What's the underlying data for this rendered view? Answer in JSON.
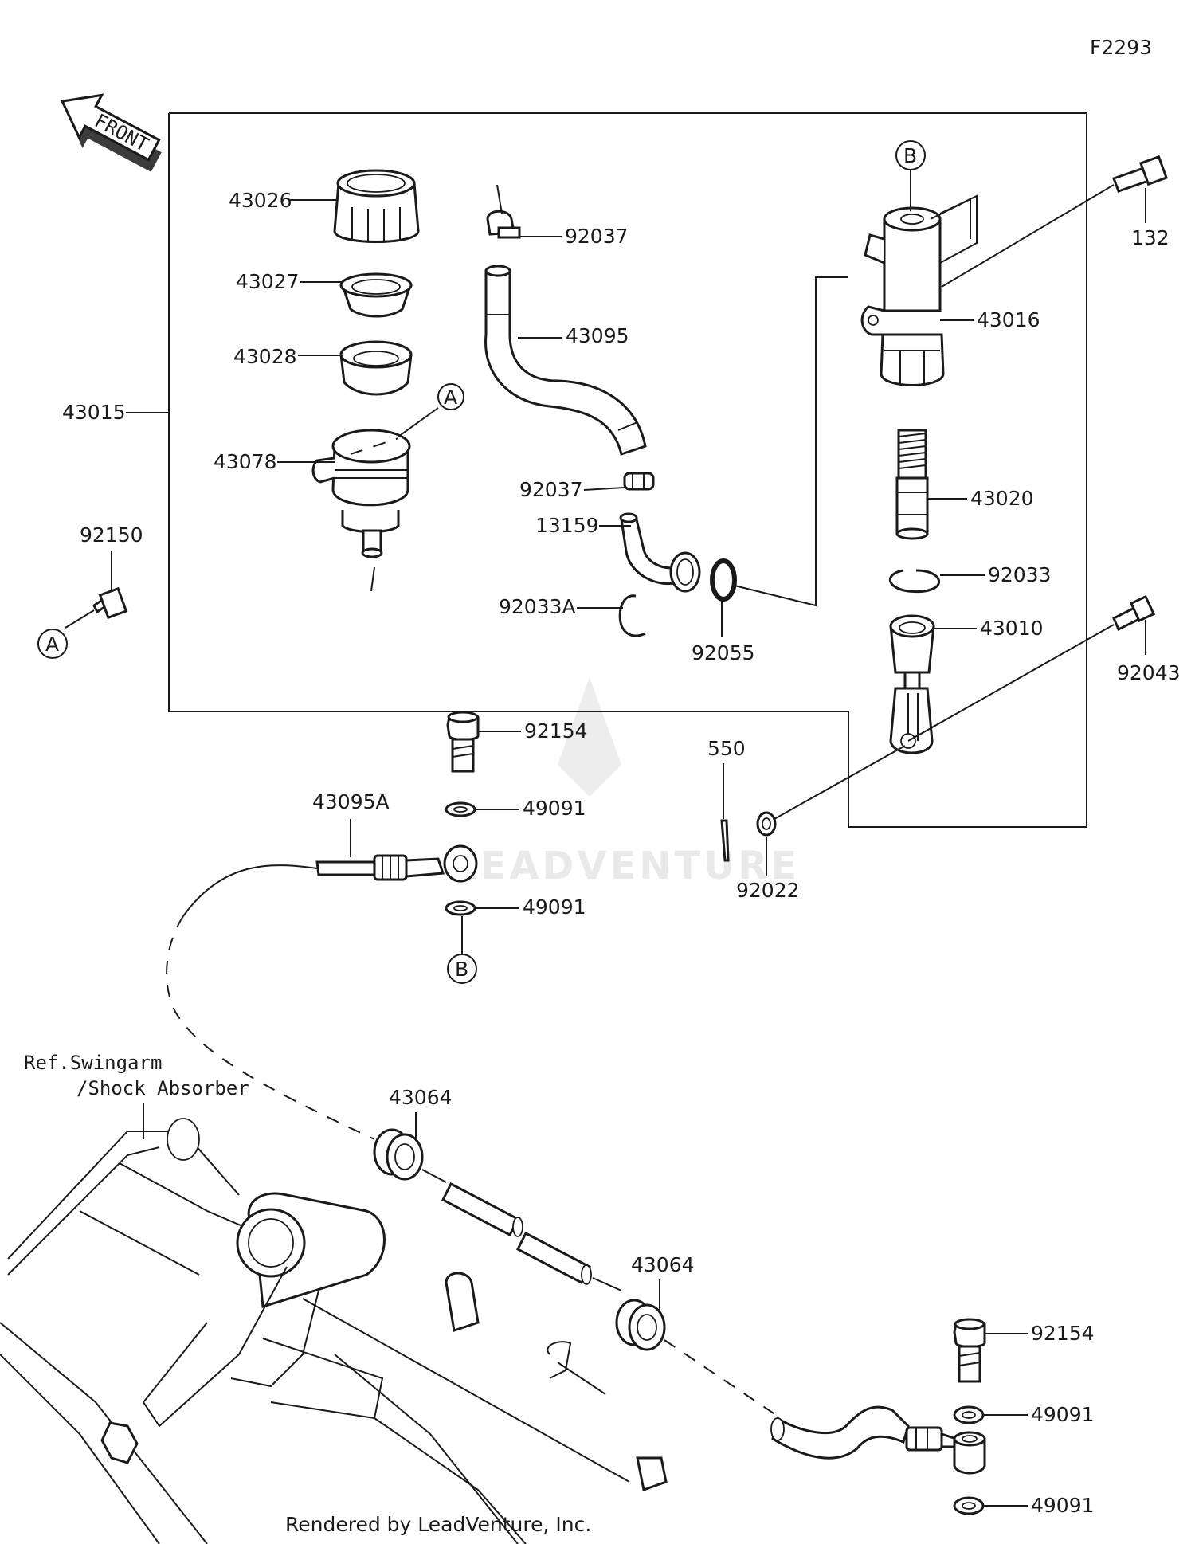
{
  "diagram_code": "F2293",
  "front_arrow_label": "FRONT",
  "watermark_text": "LEADVENTURE",
  "reference_note": {
    "line1": "Ref.Swingarm",
    "line2": "/Shock Absorber"
  },
  "footer": "Rendered by LeadVenture, Inc.",
  "bubbles": {
    "a": "A",
    "b": "B"
  },
  "parts": {
    "p43015": "43015",
    "p43026": "43026",
    "p43027": "43027",
    "p43028": "43028",
    "p43078": "43078",
    "p92037_top": "92037",
    "p43095": "43095",
    "p92037_mid": "92037",
    "p13159": "13159",
    "p92033A": "92033A",
    "p92055": "92055",
    "p43016": "43016",
    "p132": "132",
    "p43020": "43020",
    "p92033": "92033",
    "p43010": "43010",
    "p92043": "92043",
    "p92150": "92150",
    "p92154_top": "92154",
    "p49091_a": "49091",
    "p49091_b": "49091",
    "p43095A": "43095A",
    "p550": "550",
    "p92022": "92022",
    "p43064_a": "43064",
    "p43064_b": "43064",
    "p92154_bottom": "92154",
    "p49091_c": "49091",
    "p49091_d": "49091"
  }
}
